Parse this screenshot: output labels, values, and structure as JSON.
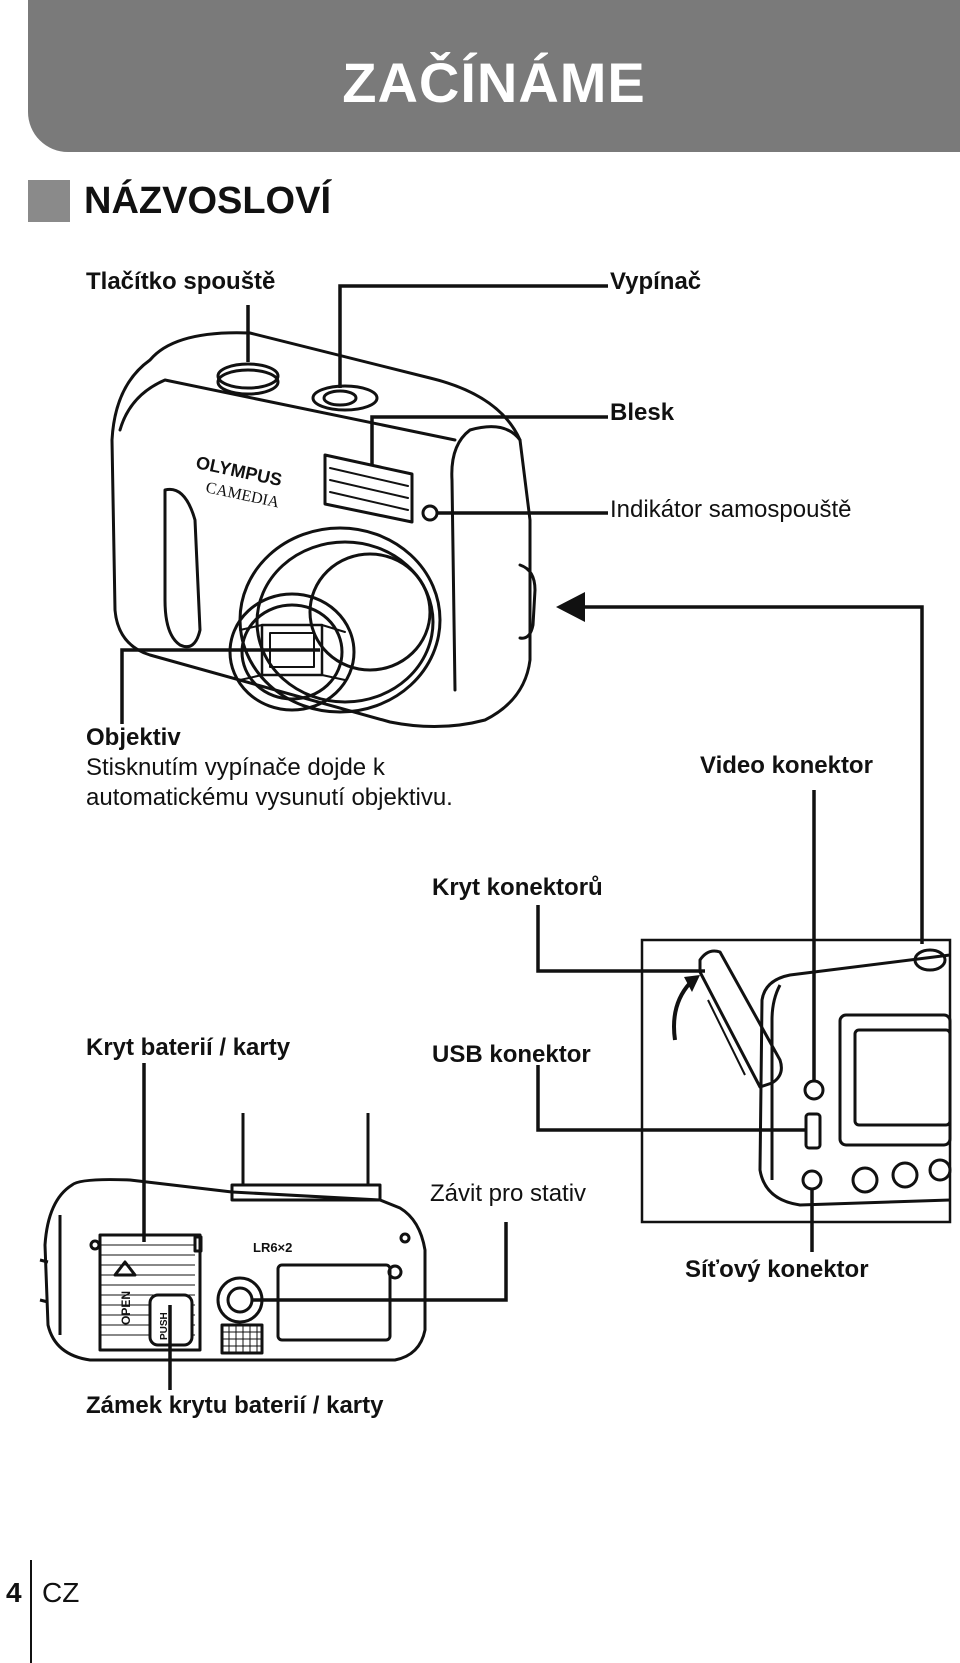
{
  "header": {
    "title": "ZAČÍNÁME"
  },
  "section": {
    "title": "NÁZVOSLOVÍ"
  },
  "labels": {
    "shutter": "Tlačítko spouště",
    "power": "Vypínač",
    "flash": "Blesk",
    "self_timer": "Indikátor samospouště",
    "lens": "Objektiv",
    "lens_desc_1": "Stisknutím vypínače dojde k",
    "lens_desc_2": "automatickému vysunutí objektivu.",
    "video": "Video konektor",
    "connector_cover": "Kryt konektorů",
    "battery_cover": "Kryt baterií / karty",
    "usb": "USB konektor",
    "tripod": "Závit pro stativ",
    "dc_in": "Síťový konektor",
    "battery_lock": "Zámek krytu baterií / karty"
  },
  "camera_text": {
    "brand": "OLYMPUS",
    "model": "CAMEDIA",
    "open": "OPEN",
    "push": "PUSH",
    "battery_type": "LR6×2"
  },
  "footer": {
    "page": "4",
    "lang": "CZ"
  }
}
